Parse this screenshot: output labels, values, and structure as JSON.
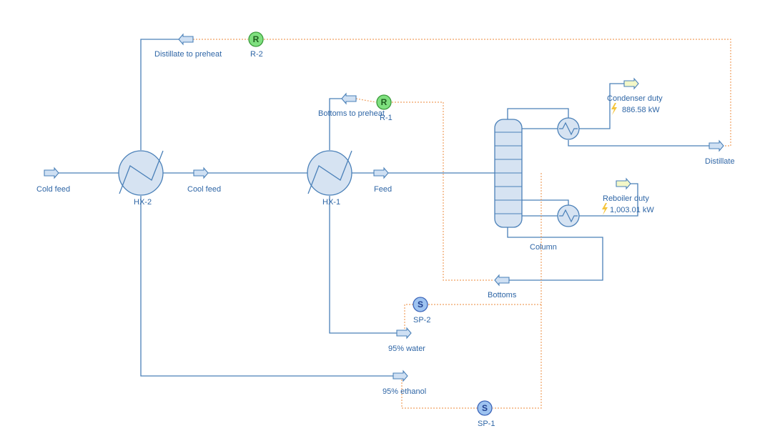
{
  "streams": {
    "cold_feed": "Cold feed",
    "cool_feed": "Cool feed",
    "feed": "Feed",
    "distillate_to_preheat": "Distillate to preheat",
    "bottoms_to_preheat": "Bottoms to preheat",
    "distillate": "Distillate",
    "bottoms": "Bottoms",
    "water_95": "95% water",
    "ethanol_95": "95% ethanol"
  },
  "equipment": {
    "hx2": "HX-2",
    "hx1": "HX-1",
    "column": "Column"
  },
  "controllers": {
    "r1": {
      "letter": "R",
      "label": "R-1"
    },
    "r2": {
      "letter": "R",
      "label": "R-2"
    },
    "sp1": {
      "letter": "S",
      "label": "SP-1"
    },
    "sp2": {
      "letter": "S",
      "label": "SP-2"
    }
  },
  "energy": {
    "condenser_label": "Condenser duty",
    "condenser_value": "886.58 kW",
    "reboiler_label": "Reboiler duty",
    "reboiler_value": "1,003.01 kW"
  },
  "colors": {
    "stream_line": "#4a80b8",
    "signal_line": "#f0a060",
    "recycle_controller": "#7fe07f",
    "spec_controller": "#9ec3f0",
    "label_text": "#2f66a6"
  }
}
